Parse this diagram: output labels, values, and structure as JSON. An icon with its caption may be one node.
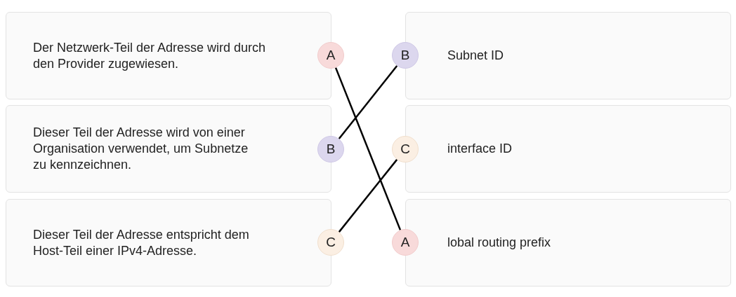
{
  "diagram": {
    "nodes": [
      {
        "text": [
          "Der Netzwerk-Teil der Adresse wird durch den Provider zugewiesen."
        ]
      },
      {
        "text": [
          "A"
        ]
      },
      {
        "text": [
          "B"
        ]
      },
      {
        "text": [
          "Subnet ID"
        ]
      },
      {
        "text": [
          "Dieser Teil der Adresse wird von einer Organisation verwendet, um Subnetze zu kennzeichnen."
        ]
      },
      {
        "text": [
          "B"
        ]
      },
      {
        "text": [
          "C"
        ]
      },
      {
        "text": [
          "interface ID"
        ]
      },
      {
        "text": [
          "Dieser Teil der Adresse entspricht dem Host-Teil einer IPv4-Adresse."
        ]
      },
      {
        "text": [
          "C"
        ]
      },
      {
        "text": [
          "A"
        ]
      },
      {
        "text": [
          "lobal routing prefix"
        ]
      }
    ],
    "edges": [
      {
        "from": 1,
        "to": 10,
        "arrow": "none"
      },
      {
        "from": 5,
        "to": 2,
        "arrow": "none"
      },
      {
        "from": 9,
        "to": 6,
        "arrow": "none"
      }
    ]
  }
}
